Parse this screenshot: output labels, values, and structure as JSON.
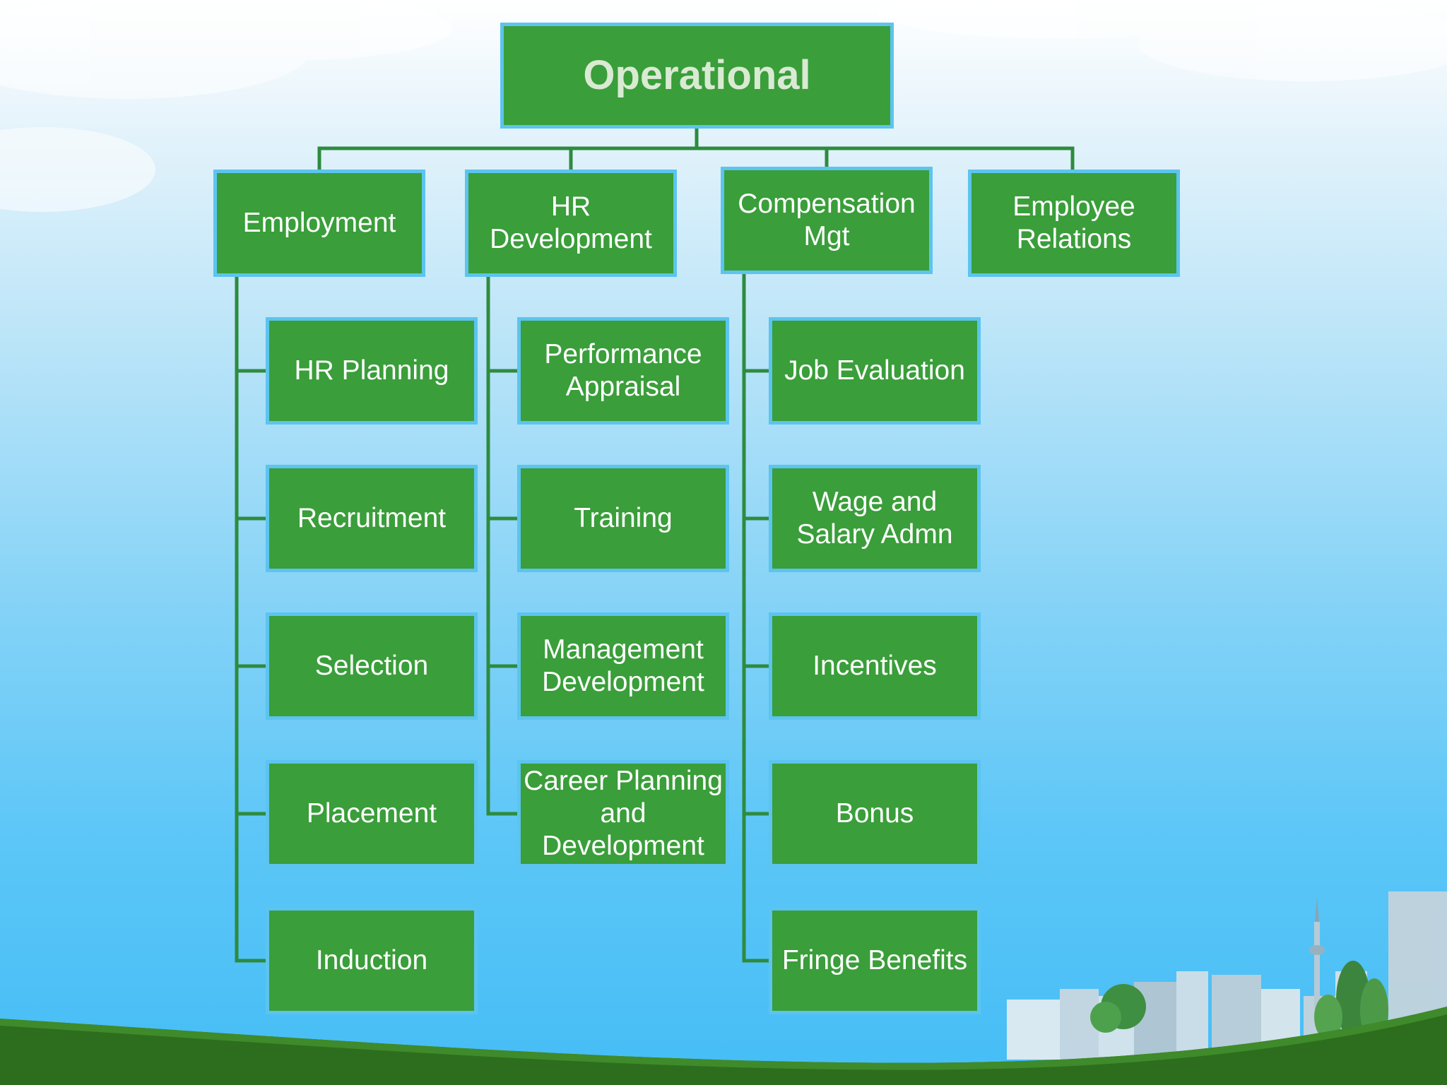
{
  "diagram": {
    "type": "org-chart",
    "root": {
      "label": "Operational"
    },
    "branches": [
      {
        "label": "Employment",
        "children": [
          "HR Planning",
          "Recruitment",
          "Selection",
          "Placement",
          "Induction"
        ]
      },
      {
        "label": "HR Development",
        "children": [
          "Performance Appraisal",
          "Training",
          "Management Development",
          "Career Planning and Development"
        ]
      },
      {
        "label": "Compensation Mgt",
        "children": [
          "Job Evaluation",
          "Wage and Salary Admn",
          "Incentives",
          "Bonus",
          "Fringe Benefits"
        ]
      },
      {
        "label": "Employee Relations",
        "children": []
      }
    ]
  },
  "colors": {
    "box_fill": "#3a9e3a",
    "box_border": "#5cc4ee",
    "connector": "#2e8b3e",
    "root_text": "#d9ead3",
    "text": "#ffffff",
    "ground": "#2c6e1e"
  }
}
